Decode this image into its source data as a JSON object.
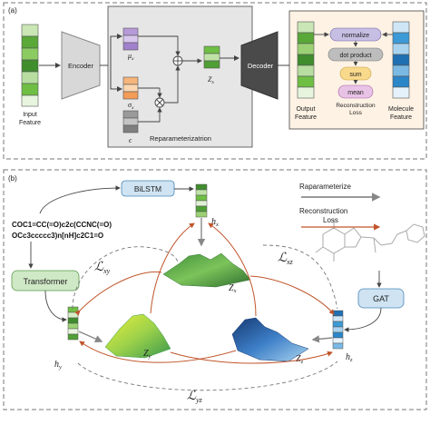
{
  "panel_a": {
    "tag": "(a)",
    "input_label_1": "Input",
    "input_label_2": "Feature",
    "encoder": "Encoder",
    "mu": "μ",
    "mu_sub": "x",
    "sigma": "σ",
    "sigma_sub": "x",
    "epsilon": "ϵ",
    "z": "Z",
    "z_sub": "x",
    "reparam_box": "Reparameterizatrion",
    "decoder": "Decoder",
    "output_label_1": "Output",
    "output_label_2": "Feature",
    "loss_steps": [
      "normalize",
      "dot product",
      "sum",
      "mean"
    ],
    "loss_label_1": "Reconstruction",
    "loss_label_2": "Loss",
    "molecule_label_1": "Molecule",
    "molecule_label_2": "Feature"
  },
  "panel_b": {
    "tag": "(b)",
    "bilstm": "BiLSTM",
    "smiles_lines": [
      "COC1=CC(=O)c2c(CCNC(=O)",
      "OCc3ccccc3)n[nH]c2C1=O"
    ],
    "transformer": "Transformer",
    "gat": "GAT",
    "legend_reparam": "Raparameterize",
    "legend_recon_1": "Reconstruction",
    "legend_recon_2": "Loss",
    "h_x": "h",
    "h_x_sub": "x",
    "h_y": "h",
    "h_y_sub": "y",
    "h_z": "h",
    "h_z_sub": "z",
    "z_x": "Z",
    "z_x_sub": "x",
    "z_y": "Z",
    "z_y_sub": "y",
    "z_z": "Z",
    "z_z_sub": "z",
    "l_xy": "ℒ",
    "l_xy_sub": "xy",
    "l_xz": "ℒ",
    "l_xz_sub": "xz",
    "l_yz": "ℒ",
    "l_yz_sub": "yz"
  },
  "colors": {
    "green": "#6fbf44",
    "orange": "#f6b57a",
    "purple": "#b69ad8",
    "gray": "#9a9a9a",
    "blue": "#3c9ad6",
    "loss_arrow": "#c0552a",
    "bilstm_fill": "#cfe3f2",
    "transformer_fill": "#cfe8c5",
    "gat_fill": "#cfe3f2"
  }
}
